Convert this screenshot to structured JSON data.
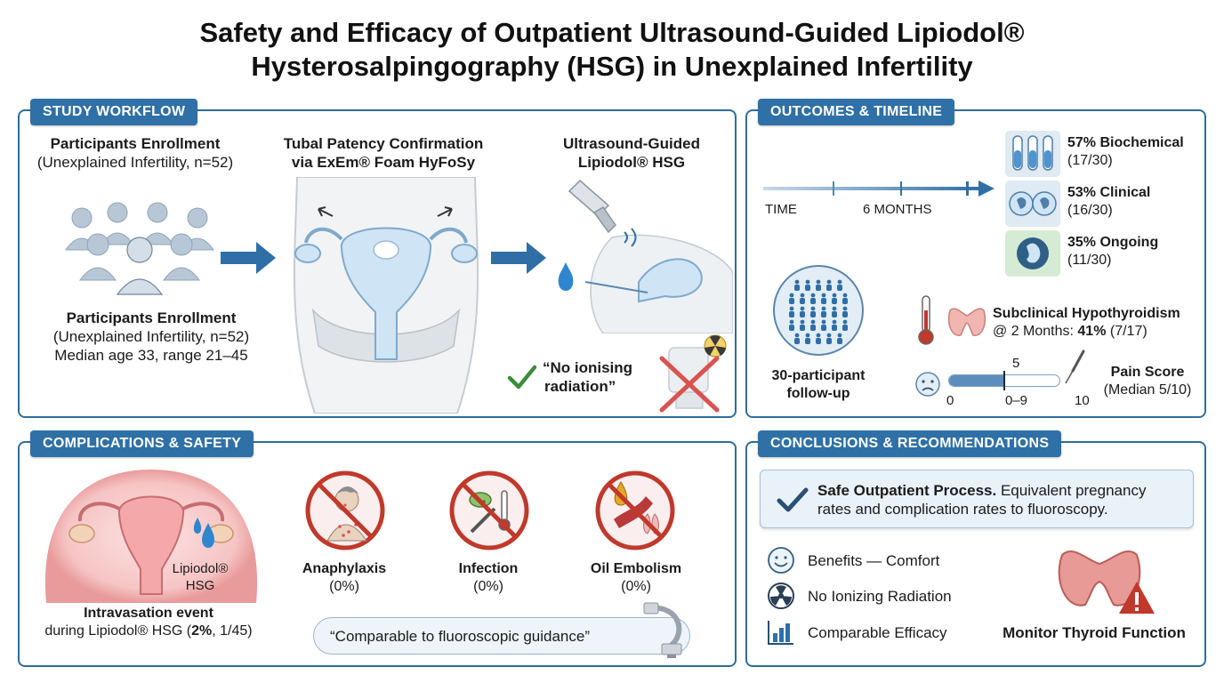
{
  "title": {
    "line1": "Safety and Efficacy of Outpatient Ultrasound-Guided Lipiodol®",
    "line2": "Hysterosalpingography (HSG) in Unexplained Infertility"
  },
  "workflow": {
    "heading": "STUDY WORKFLOW",
    "step1_title": "Participants Enrollment",
    "step1_sub": "(Unexplained Infertility, n=52)",
    "step1b_title": "Participants Enrollment",
    "step1b_sub": "(Unexplained Infertility, n=52)",
    "step1b_age": "Median age 33, range 21–45",
    "step2_line1": "Tubal Patency Confirmation",
    "step2_line2": "via ExEm® Foam HyFoSy",
    "step3_line1": "Ultrasound-Guided",
    "step3_line2": "Lipiodol® HSG",
    "no_radiation_line1": "“No ionising",
    "no_radiation_line2": "radiation”"
  },
  "outcomes": {
    "heading": "OUTCOMES & TIMELINE",
    "time_label": "TIME",
    "months_label": "6 MONTHS",
    "rates": [
      {
        "pct": "57% Biochemical",
        "frac": "(17/30)"
      },
      {
        "pct": "53% Clinical",
        "frac": "(16/30)"
      },
      {
        "pct": "35% Ongoing",
        "frac": "(11/30)"
      }
    ],
    "followup_line1": "30-participant",
    "followup_line2": "follow-up",
    "hypo_line1": "Subclinical Hypothyroidism",
    "hypo_line2_prefix": "@ 2 Months: ",
    "hypo_line2_pct": "41%",
    "hypo_line2_frac": " (7/17)",
    "pain_title": "Pain Score",
    "pain_sub": "(Median 5/10)",
    "pain_median_label": "5",
    "pain_min": "0",
    "pain_range": "0–9",
    "pain_max": "10",
    "pain_median_value": 5,
    "pain_scale_max": 10
  },
  "complications": {
    "heading": "COMPLICATIONS & SAFETY",
    "hsg_label_line1": "Lipiodol®",
    "hsg_label_line2": "HSG",
    "intravasation_title": "Intravasation event",
    "intravasation_prefix": "during Lipiodol® HSG (",
    "intravasation_pct": "2%",
    "intravasation_suffix": ", 1/45)",
    "items": [
      {
        "name": "Anaphylaxis",
        "value": "(0%)"
      },
      {
        "name": "Infection",
        "value": "(0%)"
      },
      {
        "name": "Oil Embolism",
        "value": "(0%)"
      }
    ],
    "quote": "“Comparable to fluoroscopic guidance”"
  },
  "conclusions": {
    "heading": "CONCLUSIONS & RECOMMENDATIONS",
    "box_bold": "Safe Outpatient Process.",
    "box_rest": " Equivalent pregnancy",
    "box_line2": "rates and complication rates to fluoroscopy.",
    "benefits": [
      {
        "label": "Benefits — Comfort",
        "icon": "smiley-icon"
      },
      {
        "label": "No Ionizing Radiation",
        "icon": "radiation-icon"
      },
      {
        "label": "Comparable Efficacy",
        "icon": "bar-chart-icon"
      }
    ],
    "monitor": "Monitor Thyroid Function"
  },
  "colors": {
    "panel_border": "#2f6d9a",
    "header_fill": "#2f70a6",
    "accent_blue": "#2f6fa6",
    "prohibit_red": "#c0392b",
    "check_green": "#3c8c3c"
  }
}
